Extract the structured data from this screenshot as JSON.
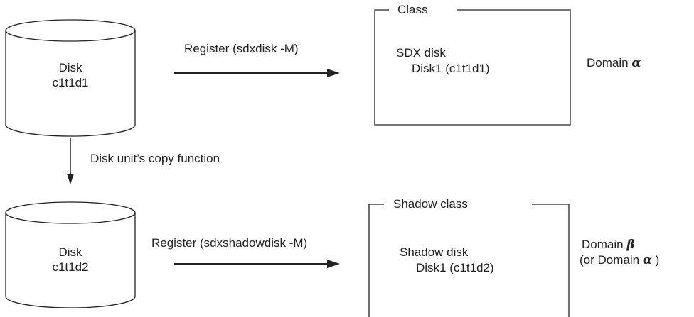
{
  "disk_top": {
    "label": "Disk",
    "device": "c1t1d1"
  },
  "disk_bottom": {
    "label": "Disk",
    "device": "c1t1d2"
  },
  "arrow_register_top": {
    "label": "Register (sdxdisk -M)"
  },
  "arrow_copy": {
    "label": "Disk unit’s copy function"
  },
  "arrow_register_bottom": {
    "label": "Register (sdxshadowdisk -M)"
  },
  "class_box": {
    "title": "Class",
    "line1": "SDX disk",
    "line2": "Disk1 (c1t1d1)"
  },
  "shadow_class_box": {
    "title": "Shadow class",
    "line1": "Shadow disk",
    "line2": "Disk1 (c1t1d2)"
  },
  "domain_top": {
    "prefix": "Domain",
    "greek": "α"
  },
  "domain_bottom": {
    "prefix": "Domain",
    "greek": "β",
    "alt_open": "(or Domain",
    "alt_greek": "α",
    "alt_close": ")"
  },
  "colors": {
    "stroke": "#222222",
    "background": "#ffffff"
  }
}
